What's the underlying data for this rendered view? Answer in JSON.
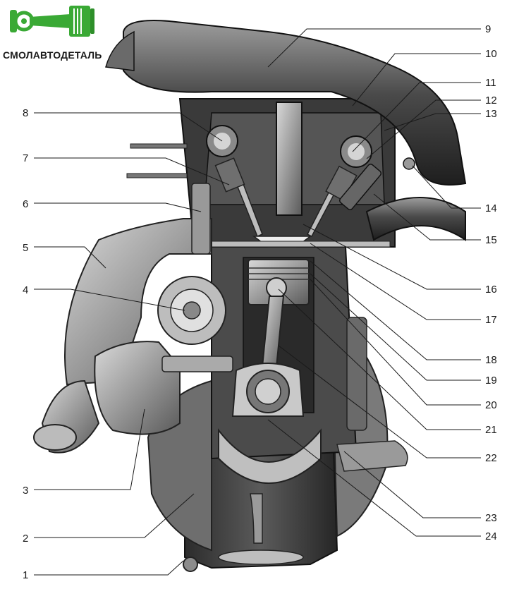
{
  "brand": {
    "name": "СМОЛАВТОДЕТАЛЬ",
    "logo_icon": "piston-connecting-rod-icon",
    "logo_color": "#3aa935"
  },
  "diagram": {
    "subject_icon": "engine-cutaway-icon",
    "callouts": [
      {
        "id": "1",
        "label": "1"
      },
      {
        "id": "2",
        "label": "2"
      },
      {
        "id": "3",
        "label": "3"
      },
      {
        "id": "4",
        "label": "4"
      },
      {
        "id": "5",
        "label": "5"
      },
      {
        "id": "6",
        "label": "6"
      },
      {
        "id": "7",
        "label": "7"
      },
      {
        "id": "8",
        "label": "8"
      },
      {
        "id": "9",
        "label": "9"
      },
      {
        "id": "10",
        "label": "10"
      },
      {
        "id": "11",
        "label": "11"
      },
      {
        "id": "12",
        "label": "12"
      },
      {
        "id": "13",
        "label": "13"
      },
      {
        "id": "14",
        "label": "14"
      },
      {
        "id": "15",
        "label": "15"
      },
      {
        "id": "16",
        "label": "16"
      },
      {
        "id": "17",
        "label": "17"
      },
      {
        "id": "18",
        "label": "18"
      },
      {
        "id": "19",
        "label": "19"
      },
      {
        "id": "20",
        "label": "20"
      },
      {
        "id": "21",
        "label": "21"
      },
      {
        "id": "22",
        "label": "22"
      },
      {
        "id": "23",
        "label": "23"
      },
      {
        "id": "24",
        "label": "24"
      }
    ]
  }
}
